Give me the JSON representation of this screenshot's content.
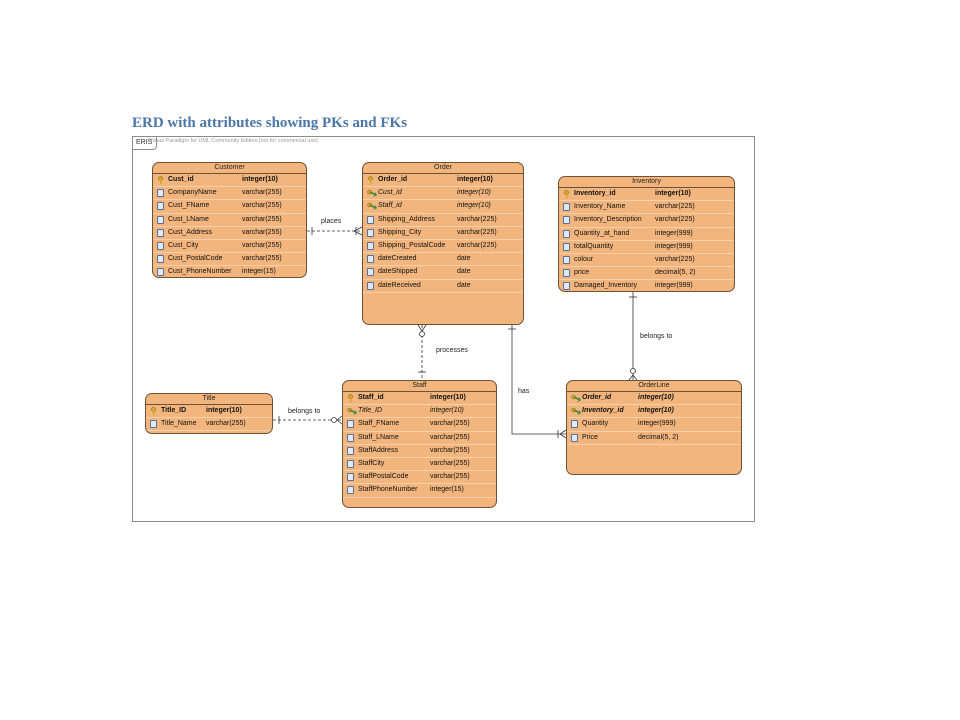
{
  "heading": "ERD with attributes showing PKs and FKs",
  "frame_tab": "ERIS",
  "watermark": "Visual Paradigm for UML Community Edition [not for commercial use]",
  "entities": {
    "customer": {
      "name": "Customer",
      "columns": [
        {
          "name": "Cust_id",
          "type": "integer(10)",
          "key": "pk"
        },
        {
          "name": "CompanyName",
          "type": "varchar(255)",
          "key": "col"
        },
        {
          "name": "Cust_FName",
          "type": "varchar(255)",
          "key": "col"
        },
        {
          "name": "Cust_LName",
          "type": "varchar(255)",
          "key": "col"
        },
        {
          "name": "Cust_Address",
          "type": "varchar(255)",
          "key": "col"
        },
        {
          "name": "Cust_City",
          "type": "varchar(255)",
          "key": "col"
        },
        {
          "name": "Cust_PostalCode",
          "type": "varchar(255)",
          "key": "col"
        },
        {
          "name": "Cust_PhoneNumber",
          "type": "integer(15)",
          "key": "col"
        }
      ]
    },
    "order": {
      "name": "Order",
      "columns": [
        {
          "name": "Order_id",
          "type": "integer(10)",
          "key": "pk"
        },
        {
          "name": "Cust_id",
          "type": "integer(10)",
          "key": "fk"
        },
        {
          "name": "Staff_id",
          "type": "integer(10)",
          "key": "fk"
        },
        {
          "name": "Shipping_Address",
          "type": "varchar(225)",
          "key": "col"
        },
        {
          "name": "Shipping_City",
          "type": "varchar(225)",
          "key": "col"
        },
        {
          "name": "Shipping_PostalCode",
          "type": "varchar(225)",
          "key": "col"
        },
        {
          "name": "dateCreated",
          "type": "date",
          "key": "col"
        },
        {
          "name": "dateShipped",
          "type": "date",
          "key": "col"
        },
        {
          "name": "dateReceived",
          "type": "date",
          "key": "col"
        }
      ]
    },
    "inventory": {
      "name": "Inventory",
      "columns": [
        {
          "name": "Inventory_id",
          "type": "integer(10)",
          "key": "pk"
        },
        {
          "name": "Inventory_Name",
          "type": "varchar(225)",
          "key": "col"
        },
        {
          "name": "Inventory_Description",
          "type": "varchar(225)",
          "key": "col"
        },
        {
          "name": "Quantity_at_hand",
          "type": "integer(999)",
          "key": "col"
        },
        {
          "name": "totalQuantity",
          "type": "integer(999)",
          "key": "col"
        },
        {
          "name": "colour",
          "type": "varchar(225)",
          "key": "col"
        },
        {
          "name": "price",
          "type": "decimal(5, 2)",
          "key": "col"
        },
        {
          "name": "Damaged_Inventory",
          "type": "integer(999)",
          "key": "col"
        }
      ]
    },
    "title": {
      "name": "Title",
      "columns": [
        {
          "name": "Title_ID",
          "type": "integer(10)",
          "key": "pk"
        },
        {
          "name": "Title_Name",
          "type": "varchar(255)",
          "key": "col"
        }
      ]
    },
    "staff": {
      "name": "Staff",
      "columns": [
        {
          "name": "Staff_id",
          "type": "integer(10)",
          "key": "pk"
        },
        {
          "name": "Title_ID",
          "type": "integer(10)",
          "key": "fk"
        },
        {
          "name": "Staff_FName",
          "type": "varchar(255)",
          "key": "col"
        },
        {
          "name": "Staff_LName",
          "type": "varchar(255)",
          "key": "col"
        },
        {
          "name": "StaffAddress",
          "type": "varchar(255)",
          "key": "col"
        },
        {
          "name": "StaffCity",
          "type": "varchar(255)",
          "key": "col"
        },
        {
          "name": "StaffPostalCode",
          "type": "varchar(255)",
          "key": "col"
        },
        {
          "name": "StaffPhoneNumber",
          "type": "integer(15)",
          "key": "col"
        }
      ]
    },
    "orderline": {
      "name": "OrderLine",
      "columns": [
        {
          "name": "Order_id",
          "type": "integer(10)",
          "key": "pkfk"
        },
        {
          "name": "Inventory_id",
          "type": "integer(10)",
          "key": "pkfk"
        },
        {
          "name": "Quantity",
          "type": "integer(999)",
          "key": "col"
        },
        {
          "name": "Price",
          "type": "decimal(5, 2)",
          "key": "col"
        }
      ]
    }
  },
  "relationships": {
    "places": "places",
    "processes": "processes",
    "has": "has",
    "belongs_inventory": "belongs to",
    "belongs_title": "belongs to"
  },
  "colors": {
    "entity_fill": "#f2b57d",
    "entity_border": "#6f5235",
    "heading": "#4a76a8",
    "key_icon": "#d4a72c",
    "fk_icon": "#3f8a3a"
  }
}
